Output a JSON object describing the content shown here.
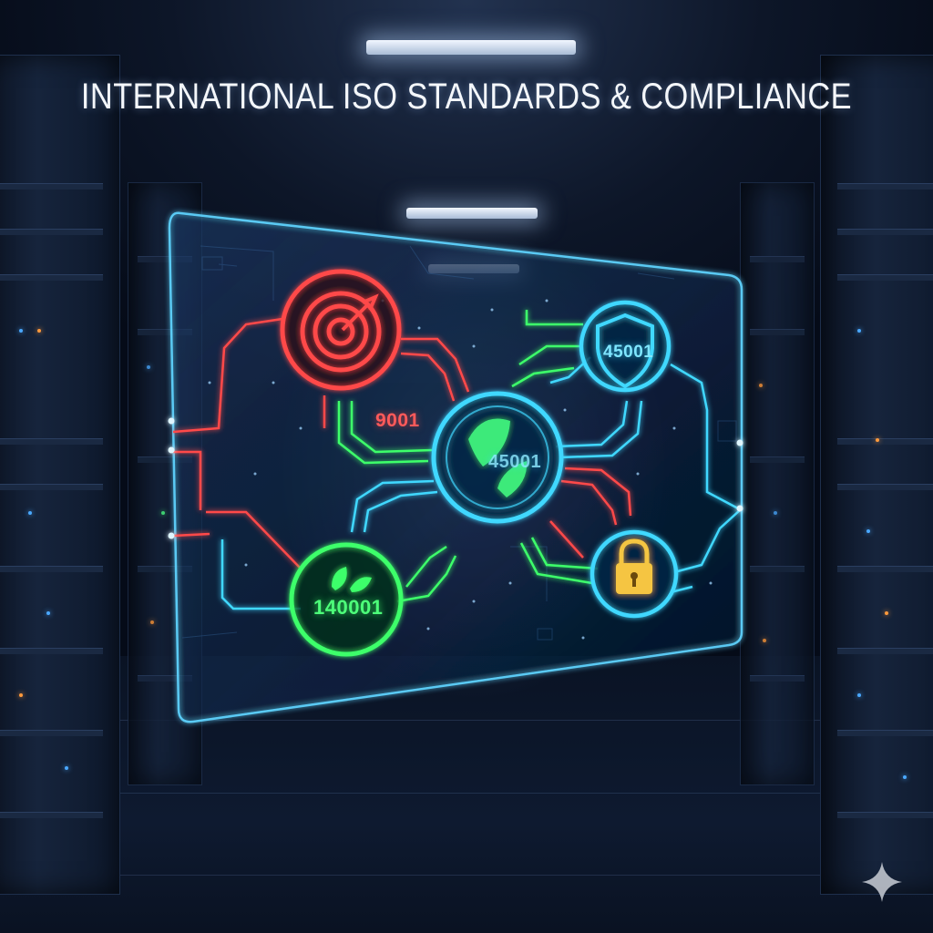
{
  "title": "INTERNATIONAL ISO STANDARDS & COMPLIANCE",
  "nodes": {
    "quality": {
      "label": "9001",
      "icon": "target-icon",
      "color": "#ff4a4a"
    },
    "environment_center": {
      "label": "45001",
      "icon": "leaf-icon",
      "color": "#3fd8ff"
    },
    "safety": {
      "label": "45001",
      "icon": "shield-icon",
      "color": "#3fd8ff"
    },
    "environment": {
      "label": "140001",
      "icon": "leaf-icon",
      "color": "#3dff6a"
    },
    "security": {
      "icon": "lock-icon",
      "color": "#f5c542"
    }
  },
  "colors": {
    "red": "#ff4a4a",
    "green": "#3dff6a",
    "cyan": "#3fd8ff",
    "gold": "#f5c542",
    "panel_border": "#5fd4ff"
  }
}
